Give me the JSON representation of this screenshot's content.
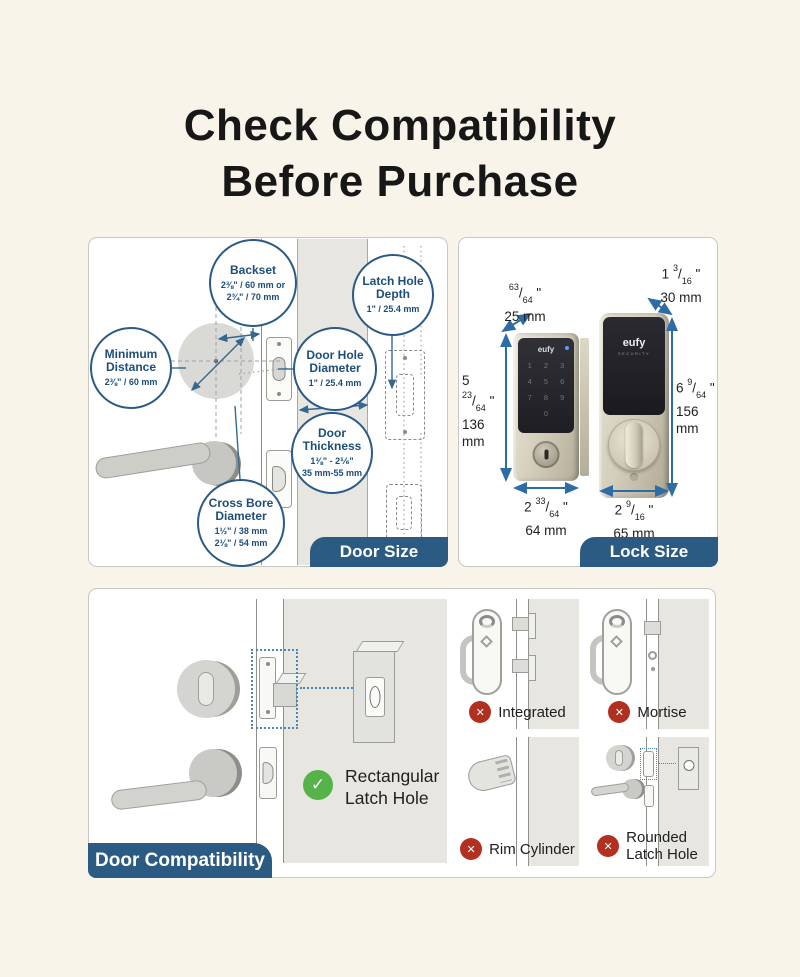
{
  "title": {
    "line1": "Check Compatibility",
    "line2": "Before Purchase"
  },
  "units": {
    "inch_mark": "\"",
    "frac_slash": "/"
  },
  "door_size": {
    "tab_label": "Door Size",
    "callouts": {
      "backset": {
        "title": "Backset",
        "line1": "2⅜\" / 60 mm or",
        "line2": "2¾\" / 70 mm"
      },
      "latch_hole_depth": {
        "title": "Latch Hole Depth",
        "line1": "1\" / 25.4 mm"
      },
      "minimum_distance": {
        "title": "Minimum Distance",
        "line1": "2⅜\" / 60 mm"
      },
      "door_hole_diameter": {
        "title": "Door Hole Diameter",
        "line1": "1\" / 25.4 mm"
      },
      "door_thickness": {
        "title": "Door Thickness",
        "line1": "1⅜\" - 2⅙\"",
        "line2": "35 mm-55 mm"
      },
      "cross_bore_diameter": {
        "title": "Cross Bore Diameter",
        "line1": "1½\" / 38 mm",
        "line2": "2⅛\" / 54 mm"
      }
    }
  },
  "lock_size": {
    "tab_label": "Lock Size",
    "brand": "eufy",
    "brand_sub": "SECURITY",
    "keypad_rows": [
      "1 2 3",
      "4 5 6",
      "7 8 9",
      "0"
    ],
    "measurements": {
      "front_depth": {
        "whole": "",
        "num": "63",
        "den": "64",
        "mm": "25 mm"
      },
      "rear_depth": {
        "whole": "1",
        "num": "3",
        "den": "16",
        "mm": "30 mm"
      },
      "front_height": {
        "whole": "5",
        "num": "23",
        "den": "64",
        "mm": "136 mm"
      },
      "rear_height": {
        "whole": "6",
        "num": "9",
        "den": "64",
        "mm": "156 mm"
      },
      "front_width": {
        "whole": "2",
        "num": "33",
        "den": "64",
        "mm": "64 mm"
      },
      "rear_width": {
        "whole": "2",
        "num": "9",
        "den": "16",
        "mm": "65 mm"
      }
    }
  },
  "door_compatibility": {
    "tab_label": "Door Compatibility",
    "compatible": {
      "line1": "Rectangular",
      "line2": "Latch Hole"
    },
    "incompatible": [
      {
        "line1": "Integrated",
        "line2": ""
      },
      {
        "line1": "Mortise",
        "line2": ""
      },
      {
        "line1": "Rim Cylinder",
        "line2": ""
      },
      {
        "line1": "Rounded",
        "line2": "Latch Hole"
      }
    ]
  },
  "icons": {
    "check": "✓",
    "cross": "✕"
  },
  "colors": {
    "navy_tab": "#2b5a82",
    "callout_blue": "#1d4e79",
    "arrow_blue": "#2e6ca5",
    "green": "#56b34a",
    "red": "#b23020",
    "background": "#f8f4e9"
  }
}
